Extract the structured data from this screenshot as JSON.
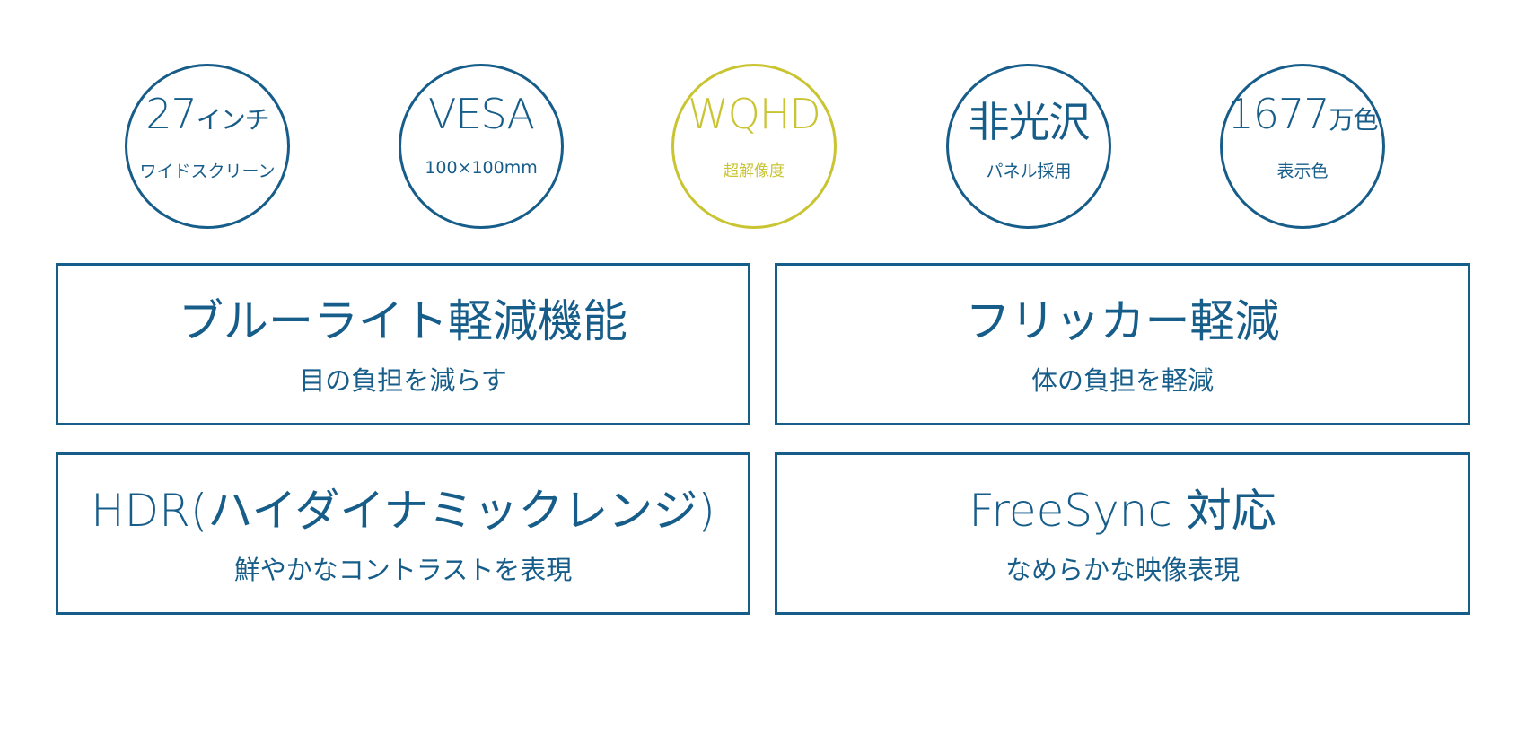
{
  "colors": {
    "primary": "#175d8a",
    "highlight": "#c9c431"
  },
  "badges": [
    {
      "main": "27",
      "unit": "インチ",
      "sub": "ワイドスクリーン"
    },
    {
      "main": "VESA",
      "sub": "100×100mm"
    },
    {
      "main": "WQHD",
      "sub": "超解像度"
    },
    {
      "main": "非光沢",
      "sub": "パネル採用"
    },
    {
      "main": "1677",
      "unit": "万色",
      "sub": "表示色"
    }
  ],
  "features": [
    {
      "title": "ブルーライト軽減機能",
      "sub": "目の負担を減らす"
    },
    {
      "title": "フリッカー軽減",
      "sub": "体の負担を軽減"
    },
    {
      "title": "HDR(ハイダイナミックレンジ)",
      "sub": "鮮やかなコントラストを表現"
    },
    {
      "title": "FreeSync 対応",
      "sub": "なめらかな映像表現"
    }
  ]
}
